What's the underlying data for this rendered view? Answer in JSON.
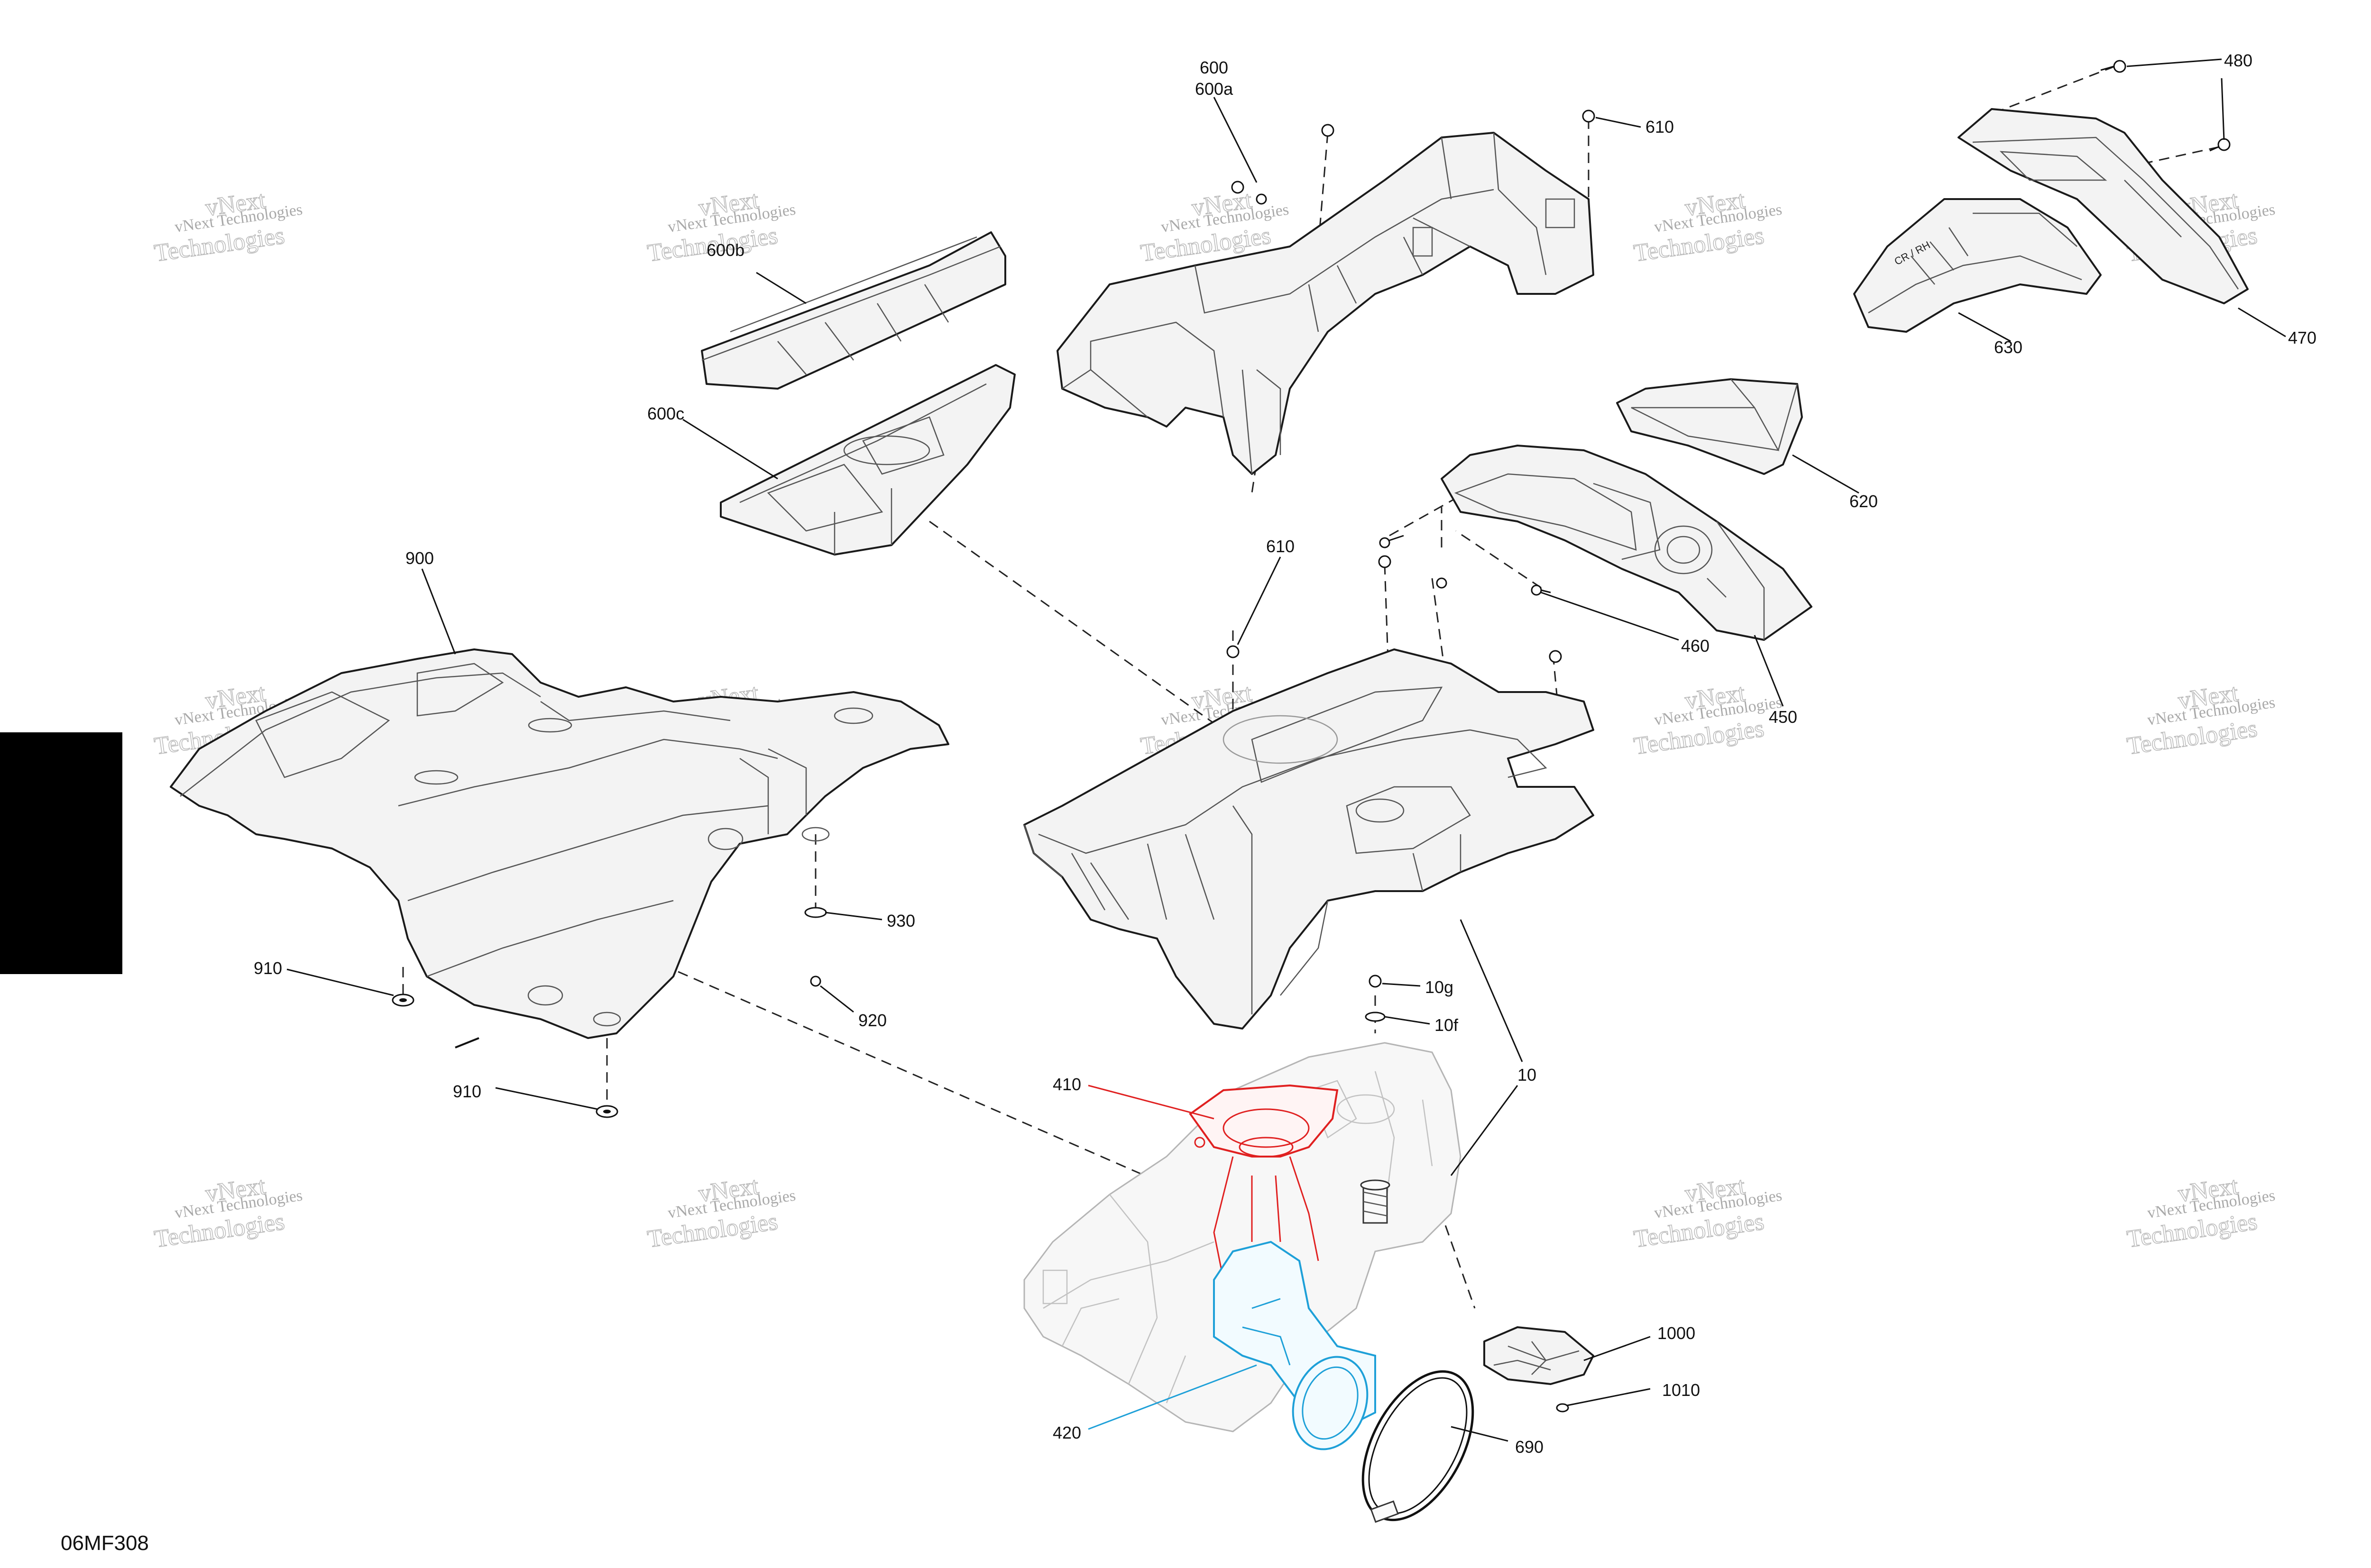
{
  "figure_id": "06MF308",
  "watermark": {
    "line1": "vNext Technologies",
    "line2": "vNext",
    "line3": "Technologies"
  },
  "callouts": [
    {
      "id": "c600",
      "label": "600"
    },
    {
      "id": "c600a",
      "label": "600a"
    },
    {
      "id": "c600b",
      "label": "600b"
    },
    {
      "id": "c600c",
      "label": "600c"
    },
    {
      "id": "c610a",
      "label": "610"
    },
    {
      "id": "c610b",
      "label": "610"
    },
    {
      "id": "c480",
      "label": "480"
    },
    {
      "id": "c470",
      "label": "470"
    },
    {
      "id": "c630",
      "label": "630"
    },
    {
      "id": "c620",
      "label": "620"
    },
    {
      "id": "c460",
      "label": "460"
    },
    {
      "id": "c450",
      "label": "450"
    },
    {
      "id": "c900",
      "label": "900"
    },
    {
      "id": "c930",
      "label": "930"
    },
    {
      "id": "c910a",
      "label": "910"
    },
    {
      "id": "c920",
      "label": "920"
    },
    {
      "id": "c910b",
      "label": "910"
    },
    {
      "id": "c10g",
      "label": "10g"
    },
    {
      "id": "c10f",
      "label": "10f"
    },
    {
      "id": "c10",
      "label": "10"
    },
    {
      "id": "c410",
      "label": "410"
    },
    {
      "id": "c420",
      "label": "420"
    },
    {
      "id": "c1000",
      "label": "1000"
    },
    {
      "id": "c1010",
      "label": "1010"
    },
    {
      "id": "c690",
      "label": "690"
    }
  ],
  "colors": {
    "highlight_410": "#e02020",
    "highlight_420": "#1ea0d8",
    "section_tab": "#000000"
  }
}
